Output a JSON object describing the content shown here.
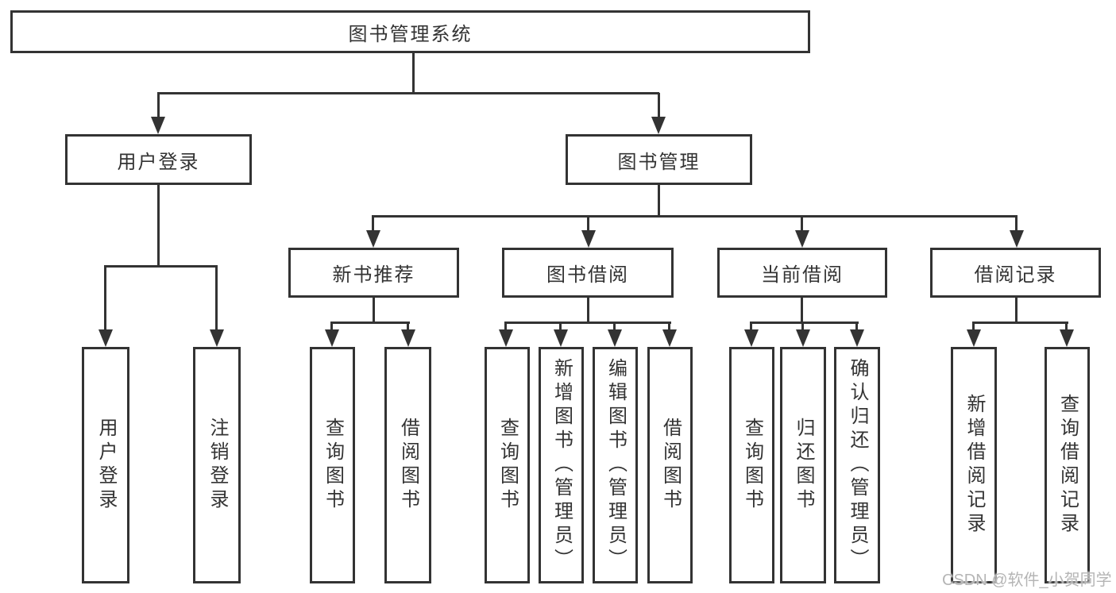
{
  "diagram": {
    "type": "hierarchy-tree",
    "root": {
      "label": "图书管理系统",
      "children": [
        {
          "label": "用户登录",
          "children": [
            {
              "label": "用户登录"
            },
            {
              "label": "注销登录"
            }
          ]
        },
        {
          "label": "图书管理",
          "children": [
            {
              "label": "新书推荐",
              "children": [
                {
                  "label": "查询图书"
                },
                {
                  "label": "借阅图书"
                }
              ]
            },
            {
              "label": "图书借阅",
              "children": [
                {
                  "label": "查询图书"
                },
                {
                  "label": "新增图书（管理员）"
                },
                {
                  "label": "编辑图书（管理员）"
                },
                {
                  "label": "借阅图书"
                }
              ]
            },
            {
              "label": "当前借阅",
              "children": [
                {
                  "label": "查询图书"
                },
                {
                  "label": "归还图书"
                },
                {
                  "label": "确认归还（管理员）"
                }
              ]
            },
            {
              "label": "借阅记录",
              "children": [
                {
                  "label": "新增借阅记录"
                },
                {
                  "label": "查询借阅记录"
                }
              ]
            }
          ]
        }
      ]
    },
    "colors": {
      "line": "#333333",
      "text": "#333333",
      "box_background": "#ffffff",
      "watermark": "#b5b5b5"
    },
    "watermark": "CSDN @软件_小贺同学"
  }
}
